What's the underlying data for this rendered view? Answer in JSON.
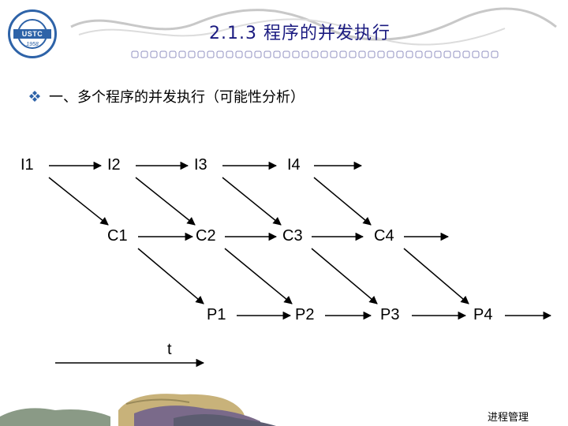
{
  "slide": {
    "title": "2.1.3  程序的并发执行",
    "subtitle": "一、多个程序的并发执行（可能性分析）",
    "logo_text": "USTC",
    "logo_year": "1958",
    "footer": "进程管理"
  },
  "diagram": {
    "input_labels": [
      "I1",
      "I2",
      "I3",
      "I4"
    ],
    "compute_labels": [
      "C1",
      "C2",
      "C3",
      "C4"
    ],
    "print_labels": [
      "P1",
      "P2",
      "P3",
      "P4"
    ],
    "time_label": "t"
  },
  "colors": {
    "title": "#1a1a80",
    "bullet": "#2e63a8",
    "arrow": "#000000"
  },
  "icons": {
    "bullet": "diamond-bullet-icon",
    "logo": "university-logo"
  }
}
